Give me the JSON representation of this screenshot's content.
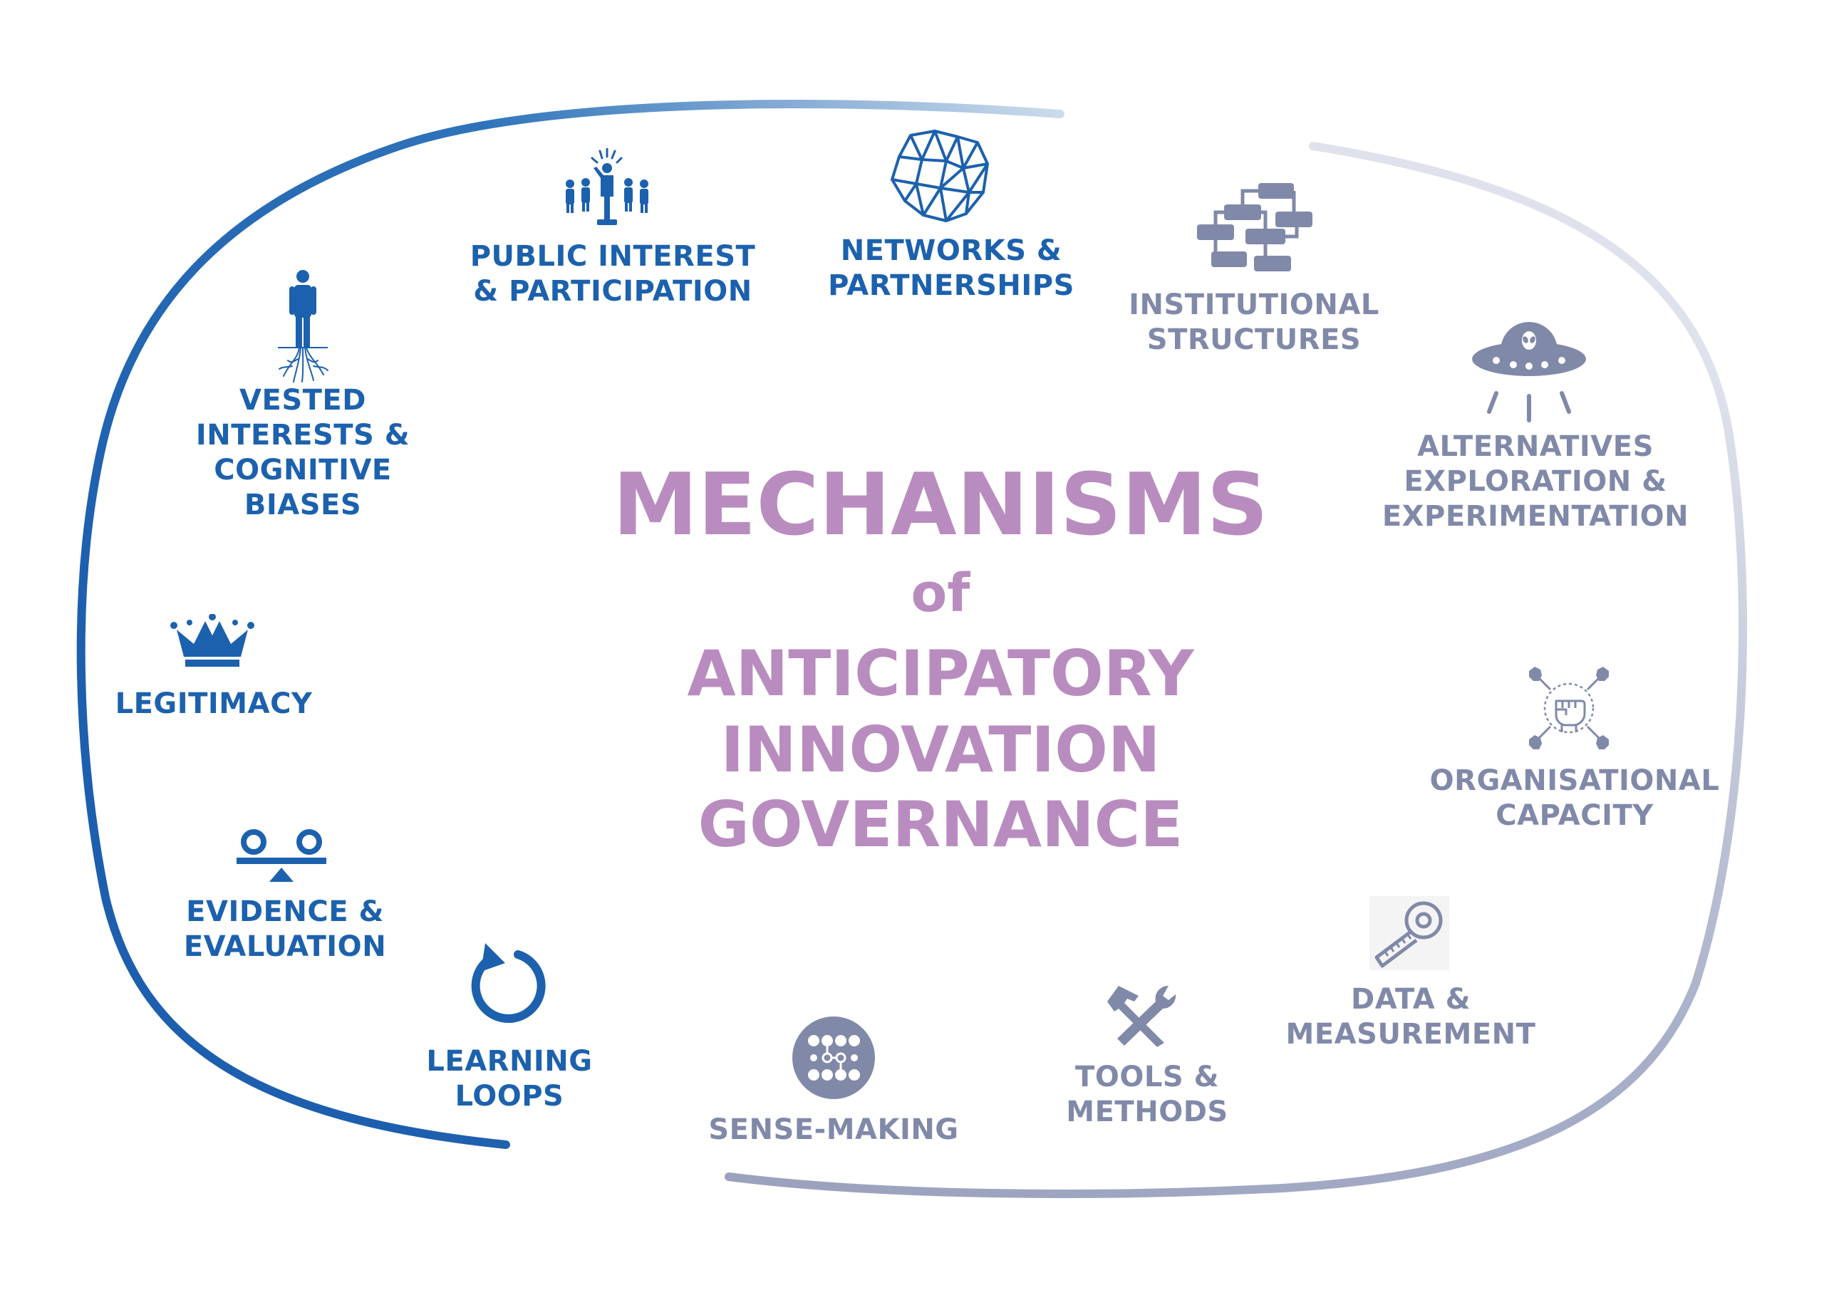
{
  "title": {
    "line1": "MECHANISMS",
    "line2": "of",
    "line3": "ANTICIPATORY",
    "line4": "INNOVATION",
    "line5": "GOVERNANCE"
  },
  "mechanisms": [
    {
      "label": "PUBLIC INTEREST\n& PARTICIPATION",
      "icon": "crowd-icon"
    },
    {
      "label": "NETWORKS &\nPARTNERSHIPS",
      "icon": "network-icon"
    },
    {
      "label": "INSTITUTIONAL\nSTRUCTURES",
      "icon": "org-chart-icon"
    },
    {
      "label": "ALTERNATIVES\nEXPLORATION &\nEXPERIMENTATION",
      "icon": "ufo-icon"
    },
    {
      "label": "ORGANISATIONAL\nCAPACITY",
      "icon": "fist-hub-icon"
    },
    {
      "label": "DATA &\nMEASUREMENT",
      "icon": "tape-measure-icon"
    },
    {
      "label": "TOOLS &\nMETHODS",
      "icon": "tools-icon"
    },
    {
      "label": "SENSE-MAKING",
      "icon": "dots-circle-icon"
    },
    {
      "label": "LEARNING\nLOOPS",
      "icon": "loop-arrow-icon"
    },
    {
      "label": "EVIDENCE &\nEVALUATION",
      "icon": "balance-icon"
    },
    {
      "label": "LEGITIMACY",
      "icon": "crown-icon"
    },
    {
      "label": "VESTED\nINTERESTS &\nCOGNITIVE\nBIASES",
      "icon": "rooted-person-icon"
    }
  ],
  "colors": {
    "blue": "#1c61ad",
    "grey": "#8189a9",
    "title": "#b98cbf"
  }
}
